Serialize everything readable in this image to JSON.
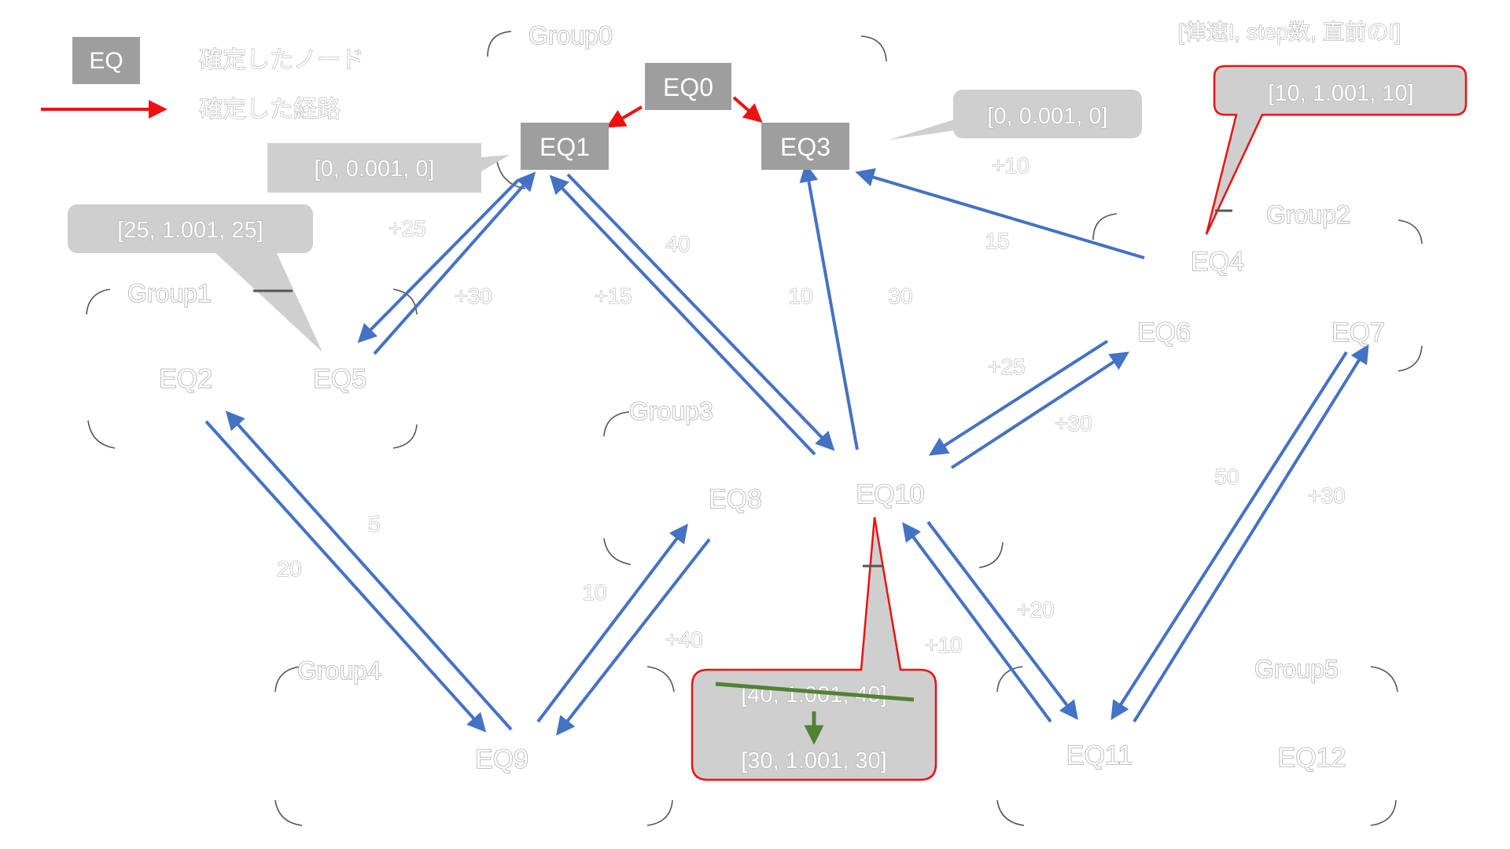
{
  "colors": {
    "confirmed_node": "#9e9e9e",
    "confirmed_path": "#ee1111",
    "edge": "#4472c4",
    "callout_fill": "#cfcfcf",
    "callout_red_border": "#ee1111",
    "strike": "#538135",
    "bracket": "#555555"
  },
  "legend": {
    "node_sample": "EQ",
    "node_label": "確定したノード",
    "path_label": "確定した経路"
  },
  "header_note": "[律速I, step数, 直前のI]",
  "groups": {
    "g0": "Group0",
    "g1": "Group1",
    "g2": "Group2",
    "g3": "Group3",
    "g4": "Group4",
    "g5": "Group5"
  },
  "nodes": {
    "eq0": "EQ0",
    "eq1": "EQ1",
    "eq2": "EQ2",
    "eq3": "EQ3",
    "eq4": "EQ4",
    "eq5": "EQ5",
    "eq6": "EQ6",
    "eq7": "EQ7",
    "eq8": "EQ8",
    "eq9": "EQ9",
    "eq10": "EQ10",
    "eq11": "EQ11",
    "eq12": "EQ12"
  },
  "callouts": {
    "eq1": "[0, 0.001, 0]",
    "eq3": "[0, 0.001, 0]",
    "eq4": "[10, 1.001, 10]",
    "eq5": "[25, 1.001, 25]",
    "eq10_old": "[40, 1.001, 40]",
    "eq10_new": "[30, 1.001, 30]"
  },
  "edge_labels": {
    "eq1_eq5_up": "+25",
    "eq1_eq5_down": "+30",
    "eq1_eq10_up": "40",
    "eq1_eq10_down": "+15",
    "eq10_eq3_a": "10",
    "eq10_eq3_b": "30",
    "eq4_eq3_a": "+10",
    "eq4_eq3_b": "15",
    "eq10_eq6_a": "+25",
    "eq10_eq6_b": "+30",
    "eq2_eq9_a": "5",
    "eq2_eq9_b": "20",
    "eq9_eq8_a": "10",
    "eq9_eq8_b": "+40",
    "eq10_eq11_a": "+20",
    "eq10_eq11_b": "+10",
    "eq11_eq7_a": "50",
    "eq11_eq7_b": "+30"
  }
}
